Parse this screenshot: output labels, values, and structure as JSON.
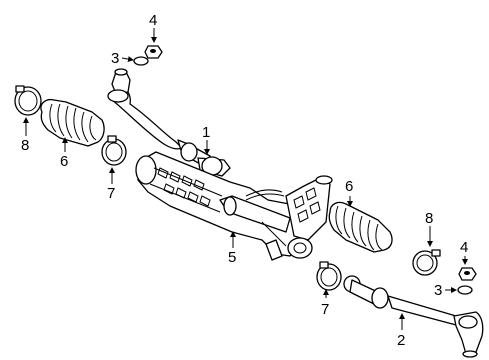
{
  "callouts": {
    "c1": "1",
    "c2": "2",
    "c3_top": "3",
    "c3_bottom": "3",
    "c4_top": "4",
    "c4_bottom": "4",
    "c5": "5",
    "c6_left": "6",
    "c6_right": "6",
    "c7_left": "7",
    "c7_right": "7",
    "c8_left": "8",
    "c8_right": "8"
  }
}
